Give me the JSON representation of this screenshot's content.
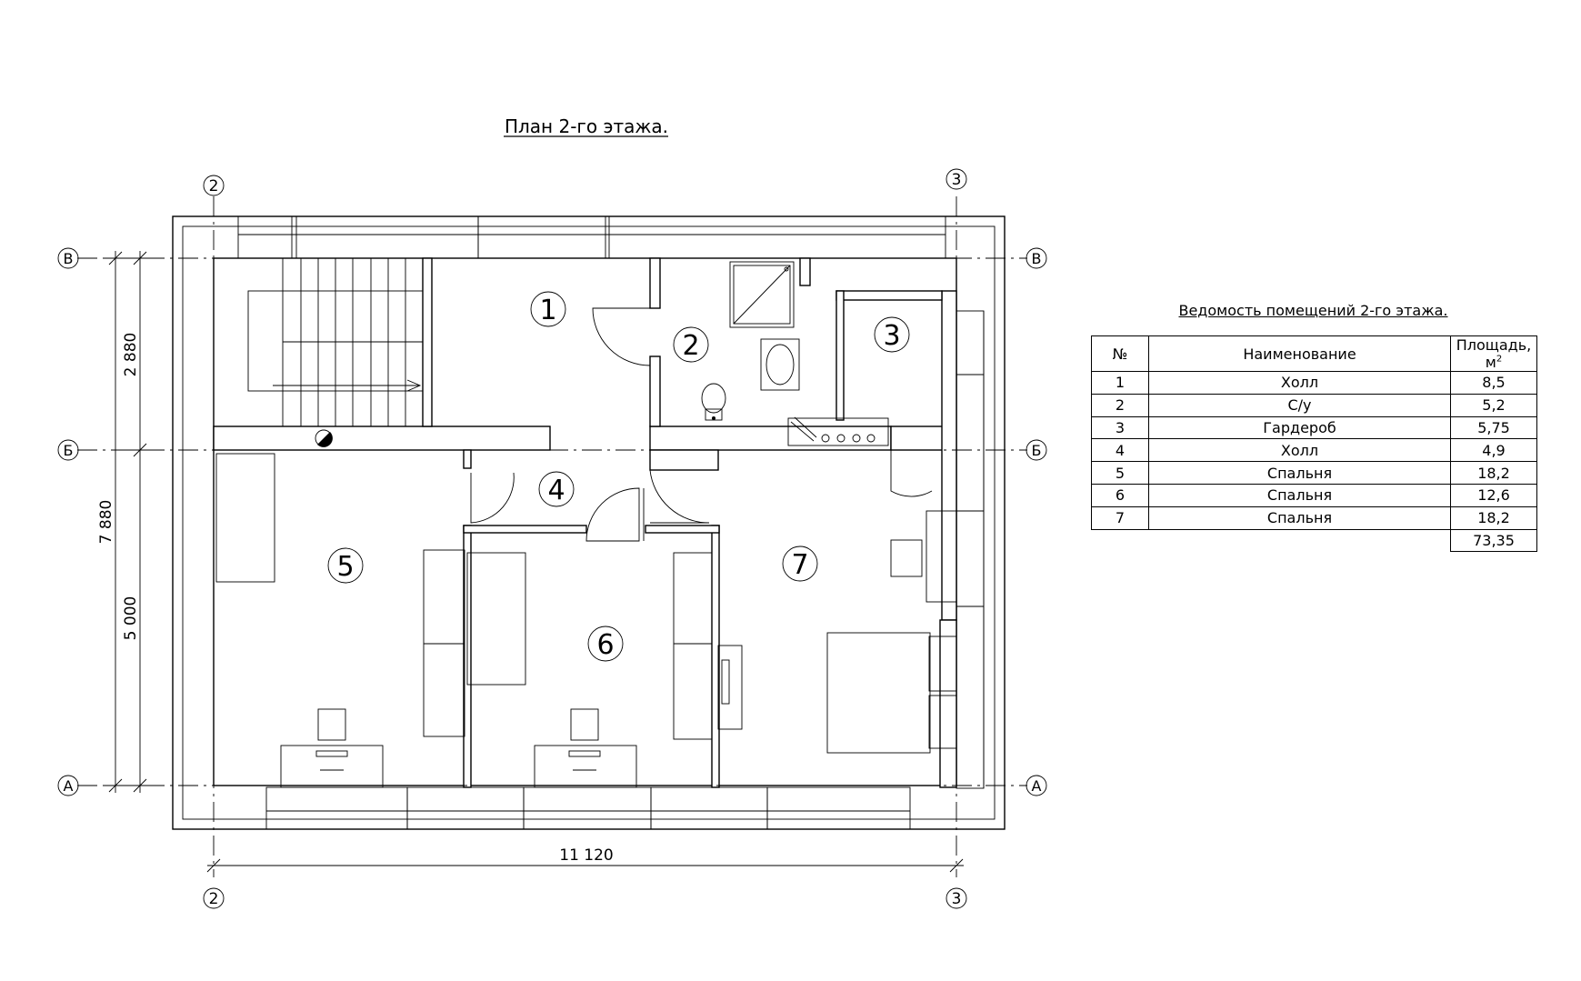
{
  "plan": {
    "title": "План 2-го этажа.",
    "grid_axes": {
      "vertical": [
        "2",
        "3"
      ],
      "horizontal": [
        "В",
        "Б",
        "А"
      ]
    },
    "dimensions": {
      "overall_width": "11 120",
      "overall_height": "7 880",
      "upper_span": "2 880",
      "lower_span": "5 000"
    },
    "room_numbers": [
      "1",
      "2",
      "3",
      "4",
      "5",
      "6",
      "7"
    ]
  },
  "schedule": {
    "title": "Ведомость помещений 2-го этажа.",
    "headers": {
      "number": "№",
      "name": "Наименование",
      "area_prefix": "Площадь, м",
      "area_sup": "2"
    },
    "rows": [
      {
        "number": "1",
        "name": "Холл",
        "area": "8,5"
      },
      {
        "number": "2",
        "name": "С/у",
        "area": "5,2"
      },
      {
        "number": "3",
        "name": "Гардероб",
        "area": "5,75"
      },
      {
        "number": "4",
        "name": "Холл",
        "area": "4,9"
      },
      {
        "number": "5",
        "name": "Спальня",
        "area": "18,2"
      },
      {
        "number": "6",
        "name": "Спальня",
        "area": "12,6"
      },
      {
        "number": "7",
        "name": "Спальня",
        "area": "18,2"
      }
    ],
    "total": "73,35"
  }
}
